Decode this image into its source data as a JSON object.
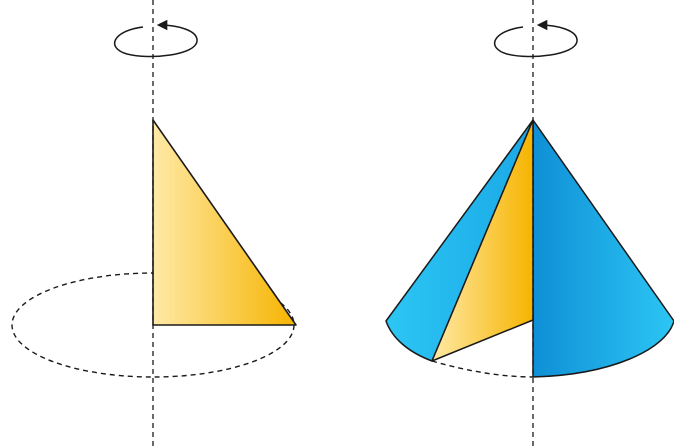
{
  "figure": {
    "panels": [
      {
        "id": "left",
        "subject": "right-triangle",
        "rotation": "counterclockwise-arrow",
        "axis": "dashed-vertical-axis"
      },
      {
        "id": "right",
        "subject": "cone-of-revolution",
        "rotation": "counterclockwise-arrow",
        "axis": "dashed-vertical-axis"
      }
    ],
    "colors": {
      "triangle_light": "#ffe9a6",
      "triangle_dark": "#f6b400",
      "cone_light": "#25c2f2",
      "cone_dark": "#0f8fd6",
      "outline": "#1a1a1a"
    },
    "icons": [
      "rotation-arrow-icon"
    ]
  }
}
